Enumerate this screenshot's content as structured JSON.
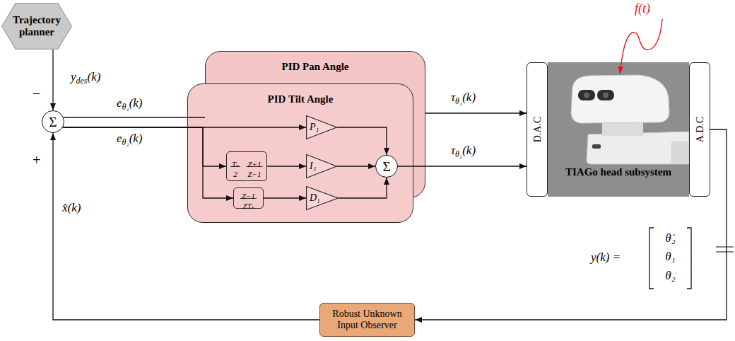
{
  "diagram": {
    "nodes": [
      {
        "text": [
          "Trajectory planner"
        ]
      },
      {
        "text": [
          "Σ"
        ]
      },
      {
        "text": [
          "PID Pan Angle"
        ]
      },
      {
        "text": [
          "PID Tilt Angle"
        ]
      },
      {
        "text": [
          "P₁"
        ],
        "in": 3
      },
      {
        "text": [
          "Tₛ",
          "2",
          "Z+1",
          "Z−1"
        ],
        "in": 3
      },
      {
        "text": [
          "I₁"
        ],
        "in": 3
      },
      {
        "text": [
          "Σ"
        ],
        "in": 3
      },
      {
        "text": [
          "Z−1",
          "ZTₛ"
        ],
        "in": 3
      },
      {
        "text": [
          "D₁"
        ],
        "in": 3
      },
      {
        "text": [
          "TIAGo head subsystem"
        ]
      },
      {
        "text": [
          "D.A.C"
        ],
        "in": 10
      },
      {
        "text": [
          "A.D.C"
        ],
        "in": 10
      },
      {
        "text": [
          "Robust Unknown Input Observer"
        ]
      }
    ],
    "edges": [
      {
        "from": 0,
        "to": 1,
        "arrow": "to"
      },
      {
        "from": 1,
        "to": 2,
        "arrow": "none"
      },
      {
        "from": 1,
        "to": 4,
        "arrow": "to"
      },
      {
        "from": 1,
        "to": 5,
        "arrow": "to"
      },
      {
        "from": 1,
        "to": 8,
        "arrow": "to"
      },
      {
        "from": 4,
        "to": 7,
        "arrow": "to"
      },
      {
        "from": 5,
        "to": 6,
        "arrow": "to"
      },
      {
        "from": 6,
        "to": 7,
        "arrow": "to"
      },
      {
        "from": 8,
        "to": 9,
        "arrow": "to"
      },
      {
        "from": 9,
        "to": 7,
        "arrow": "to"
      },
      {
        "from": 7,
        "to": 11,
        "arrow": "to"
      },
      {
        "from": 2,
        "to": 11,
        "arrow": "to"
      },
      {
        "from": 12,
        "to": 13,
        "arrow": "to"
      },
      {
        "from": 13,
        "to": 1,
        "arrow": "to"
      }
    ],
    "labels": [
      "y",
      "des",
      "(k)",
      "−",
      "+",
      "e",
      "θ₁",
      "(k)",
      "e",
      "θ₂",
      "(k)",
      "τ",
      "θ₁",
      "(k)",
      "τ",
      "θ₂",
      "(k)",
      "f(t)",
      "y(k) =",
      "θ̇₂",
      "θ₁",
      "θ₂",
      "x̂(k)"
    ]
  }
}
